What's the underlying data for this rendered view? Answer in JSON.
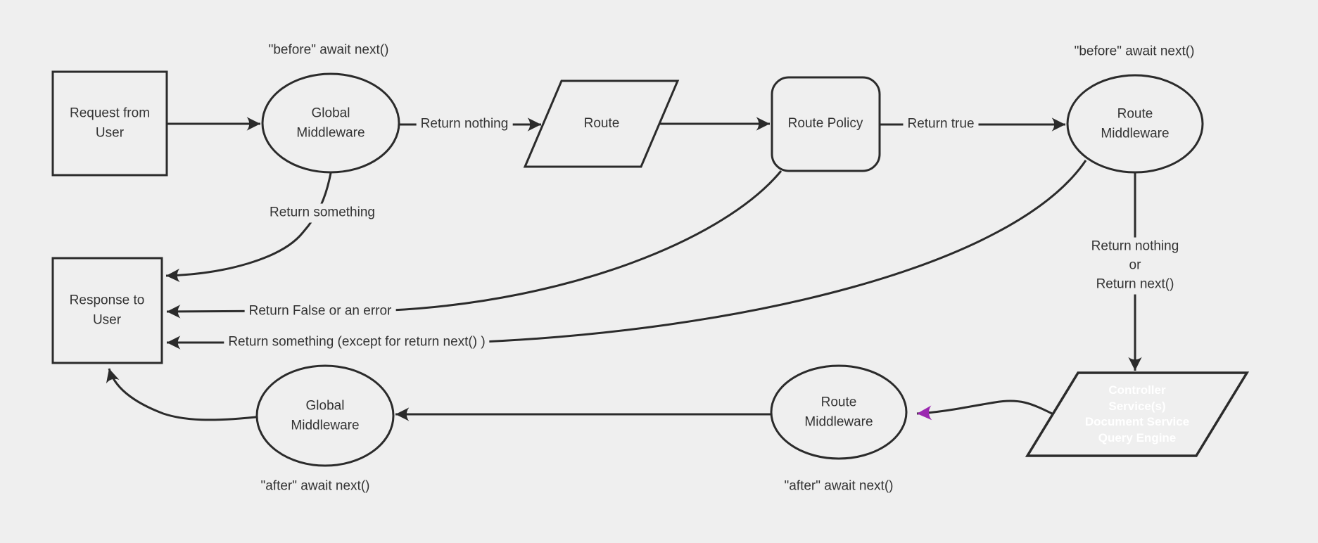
{
  "diagram": {
    "colors": {
      "background": "#efefef",
      "line": "#2b2b2b",
      "text": "#333333",
      "controller_fill": "#7d21a0",
      "controller_text": "#ffffff",
      "purple_arrow": "#9b27b0"
    },
    "nodes": {
      "request": {
        "label": "Request from\nUser",
        "shape": "rectangle"
      },
      "global_middleware_top": {
        "label": "Global\nMiddleware",
        "shape": "ellipse"
      },
      "route": {
        "label": "Route",
        "shape": "parallelogram"
      },
      "route_policy": {
        "label": "Route Policy",
        "shape": "rounded-rectangle"
      },
      "route_middleware_top": {
        "label": "Route\nMiddleware",
        "shape": "ellipse"
      },
      "controller": {
        "label": "Controller\nService(s)\nDocument Service\nQuery Engine",
        "shape": "parallelogram"
      },
      "route_middleware_bottom": {
        "label": "Route\nMiddleware",
        "shape": "ellipse"
      },
      "global_middleware_bottom": {
        "label": "Global\nMiddleware",
        "shape": "ellipse"
      },
      "response": {
        "label": "Response to\nUser",
        "shape": "rectangle"
      }
    },
    "annotations": {
      "before_global": "\"before\" await next()",
      "before_route": "\"before\" await next()",
      "after_route": "\"after\" await next()",
      "after_global": "\"after\" await next()"
    },
    "edge_labels": {
      "return_nothing": "Return nothing",
      "return_true": "Return true",
      "return_something": "Return something",
      "return_false_or_error": "Return False or an error",
      "return_something_except": "Return something (except for return next() )",
      "return_nothing_or_next": "Return nothing\nor\nReturn next()"
    }
  }
}
